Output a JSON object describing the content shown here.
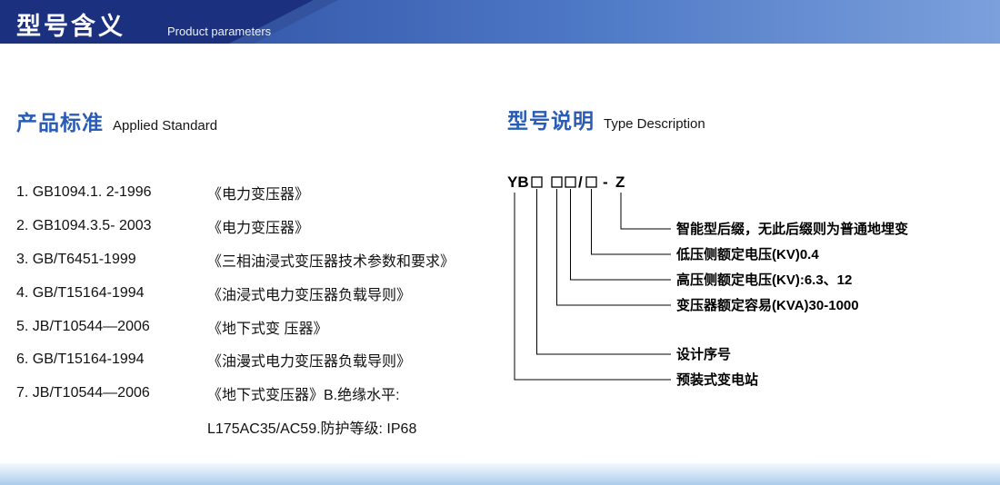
{
  "header": {
    "title": "型号含义",
    "subtitle": "Product parameters"
  },
  "left": {
    "section_title": "产品标准",
    "section_subtitle": "Applied Standard",
    "items": [
      {
        "code": "1. GB1094.1. 2-1996",
        "title": "《电力变压器》"
      },
      {
        "code": "2. GB1094.3.5- 2003",
        "title": "《电力变压器》"
      },
      {
        "code": "3. GB/T6451-1999",
        "title": "《三相油浸式变压器技术参数和要求》"
      },
      {
        "code": "4. GB/T15164-1994",
        "title": "《油浸式电力变压器负载导则》"
      },
      {
        "code": "5. JB/T10544—2006",
        "title": "《地下式变 压器》"
      },
      {
        "code": "6. GB/T15164-1994",
        "title": "《油漫式电力变压器负载导则》"
      },
      {
        "code": "7. JB/T10544—2006",
        "title": "《地下式变压器》B.绝缘水平:"
      }
    ],
    "continuation": "L175AC35/AC59.防护等级: IP68"
  },
  "right": {
    "section_title": "型号说明",
    "section_subtitle": "Type Description",
    "model": {
      "prefix": "YB",
      "slash": "/",
      "dash": "-",
      "suffix": "Z"
    },
    "labels": [
      "智能型后缀，无此后缀则为普通地埋变",
      "低压侧额定电压(KV)0.4",
      "高压侧额定电压(KV):6.3、12",
      "变压器额定容易(KVA)30-1000",
      "设计序号",
      "预装式变电站"
    ]
  }
}
